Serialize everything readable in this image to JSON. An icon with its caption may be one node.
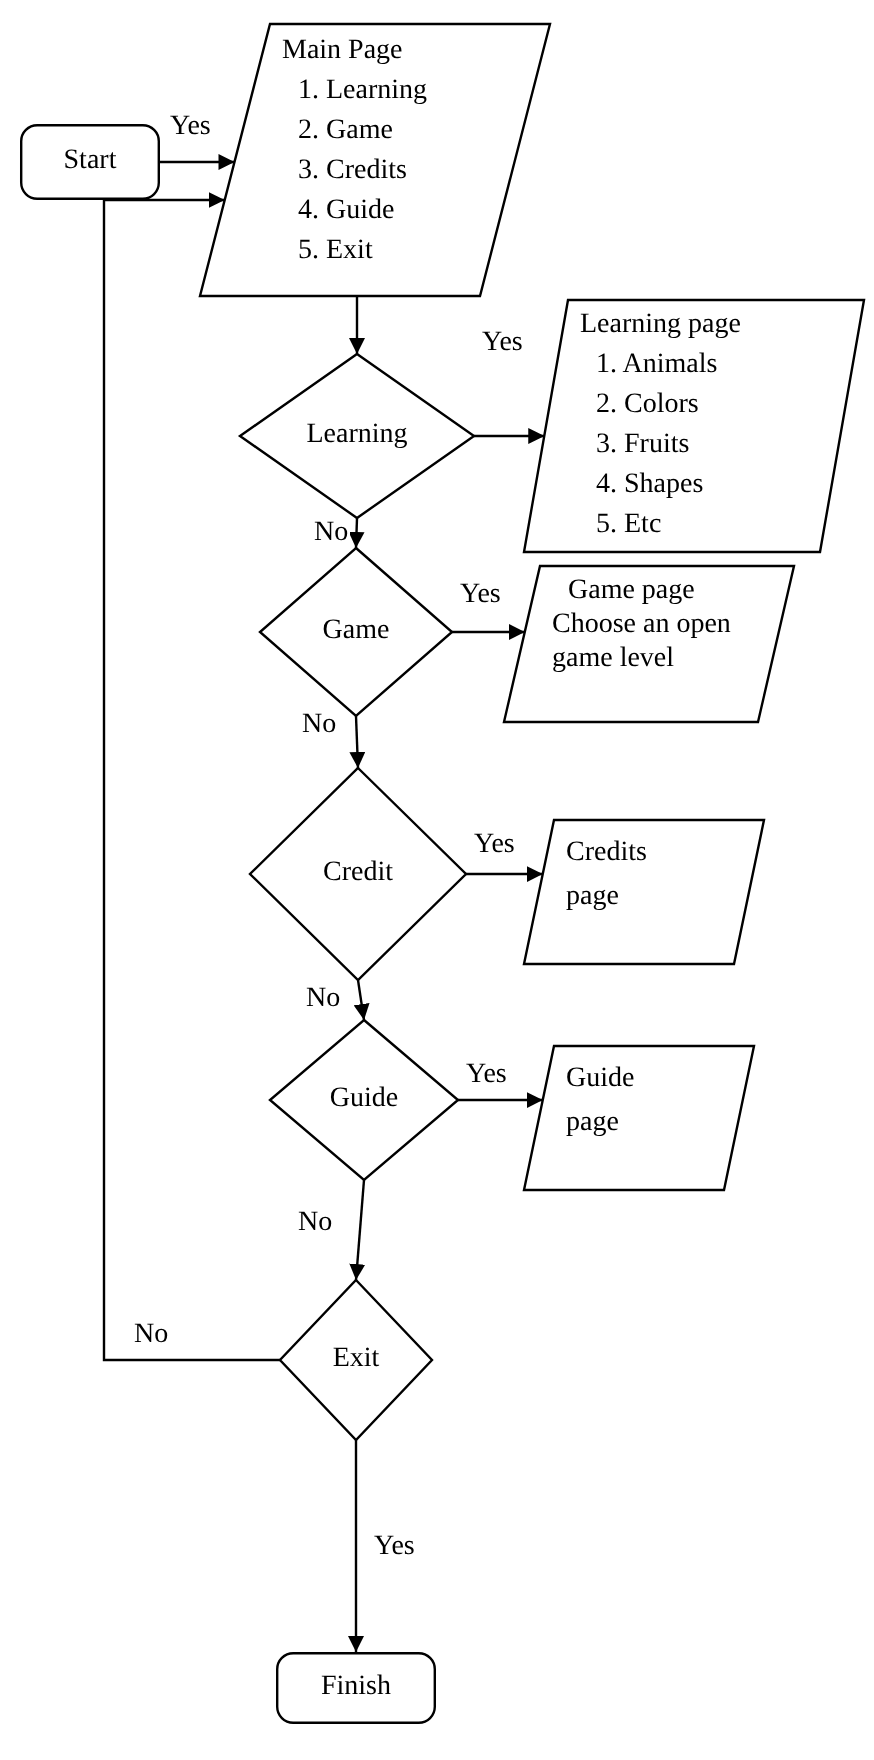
{
  "diagram": {
    "nodes": [
      {
        "text": [
          "Start"
        ]
      },
      {
        "text": [
          "Main Page",
          "1. Learning",
          "2. Game",
          "3. Credits",
          "4. Guide",
          "5. Exit"
        ]
      },
      {
        "text": [
          "Learning"
        ]
      },
      {
        "text": [
          "Learning page",
          "1. Animals",
          "2. Colors",
          "3. Fruits",
          "4. Shapes",
          "5. Etc"
        ]
      },
      {
        "text": [
          "Game"
        ]
      },
      {
        "text": [
          "Game page",
          "Choose an open game level"
        ]
      },
      {
        "text": [
          "Credit"
        ]
      },
      {
        "text": [
          "Credits page"
        ]
      },
      {
        "text": [
          "Guide"
        ]
      },
      {
        "text": [
          "Guide page"
        ]
      },
      {
        "text": [
          "Exit"
        ]
      },
      {
        "text": [
          "Finish"
        ]
      }
    ],
    "edges": [
      {
        "from": 0,
        "to": 1,
        "arrow": "to",
        "label": "Yes"
      },
      {
        "from": 1,
        "to": 2,
        "arrow": "to"
      },
      {
        "from": 2,
        "to": 3,
        "arrow": "to",
        "label": "Yes"
      },
      {
        "from": 2,
        "to": 4,
        "arrow": "to",
        "label": "No"
      },
      {
        "from": 4,
        "to": 5,
        "arrow": "to",
        "label": "Yes"
      },
      {
        "from": 4,
        "to": 6,
        "arrow": "to",
        "label": "No"
      },
      {
        "from": 6,
        "to": 7,
        "arrow": "to",
        "label": "Yes"
      },
      {
        "from": 6,
        "to": 8,
        "arrow": "to",
        "label": "No"
      },
      {
        "from": 8,
        "to": 9,
        "arrow": "to",
        "label": "Yes"
      },
      {
        "from": 8,
        "to": 10,
        "arrow": "to",
        "label": "No"
      },
      {
        "from": 10,
        "to": 1,
        "arrow": "to",
        "label": "No"
      },
      {
        "from": 10,
        "to": 11,
        "arrow": "to",
        "label": "Yes"
      }
    ]
  }
}
